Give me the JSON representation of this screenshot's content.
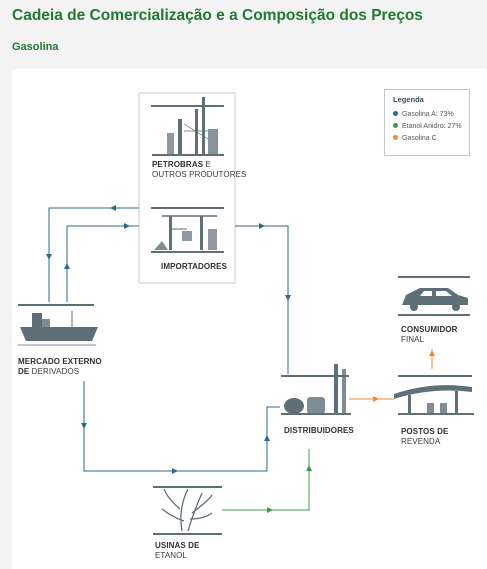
{
  "header": {
    "title": "Cadeia de Comercialização e a Composição dos Preços",
    "subtitle": "Gasolina"
  },
  "legend": {
    "title": "Legenda",
    "items": [
      {
        "label": "Gasolina A: 73%",
        "color": "#2b6a8f"
      },
      {
        "label": "Etanol Anidro: 27%",
        "color": "#3a9a52"
      },
      {
        "label": "Gasolina C",
        "color": "#f08a2c"
      }
    ]
  },
  "nodes": {
    "petrobras": {
      "line1": "PETROBRAS",
      "line1_rest": " E",
      "line2": "OUTROS PRODUTORES"
    },
    "importadores": {
      "line1": "IMPORTADORES"
    },
    "mercado": {
      "line1": "MERCADO EXTERNO",
      "line2_bold": "DE",
      "line2_rest": " DERIVADOS"
    },
    "distribuidores": {
      "line1": "DISTRIBUIDORES"
    },
    "postos": {
      "line1": "POSTOS DE",
      "line2": "REVENDA"
    },
    "consumidor": {
      "line1": "CONSUMIDOR",
      "line2": "FINAL"
    },
    "usinas": {
      "line1": "USINAS DE",
      "line2": "ETANOL"
    }
  },
  "colors": {
    "title_green": "#1f7a34",
    "flow_blue": "#2b6a8f",
    "flow_green": "#3a9a52",
    "flow_orange": "#f08a2c",
    "icon_gray": "#5f6f78"
  }
}
